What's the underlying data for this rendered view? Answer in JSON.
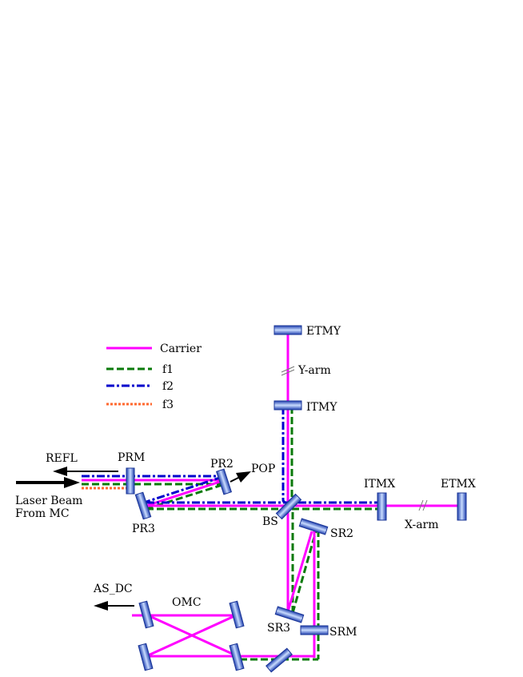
{
  "legend": {
    "carrier": {
      "label": "Carrier",
      "color": "#ff00ff"
    },
    "f1": {
      "label": "f1",
      "color": "#0a7a0a"
    },
    "f2": {
      "label": "f2",
      "color": "#0000cc"
    },
    "f3": {
      "label": "f3",
      "color": "#ff6a30"
    }
  },
  "labels": {
    "etmy": "ETMY",
    "yarm": "Y-arm",
    "itmy": "ITMY",
    "refl": "REFL",
    "prm": "PRM",
    "pr2": "PR2",
    "pop": "POP",
    "laser1": "Laser Beam",
    "laser2": "From MC",
    "pr3": "PR3",
    "bs": "BS",
    "itmx": "ITMX",
    "etmx": "ETMX",
    "xarm": "X-arm",
    "sr2": "SR2",
    "asdc": "AS_DC",
    "omc": "OMC",
    "sr3": "SR3",
    "srm": "SRM"
  },
  "icons": [
    "mirror-icon",
    "arrow-icon"
  ]
}
